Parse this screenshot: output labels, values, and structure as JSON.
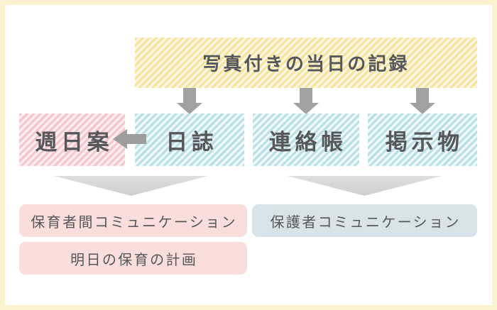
{
  "colors": {
    "page_border": "#fbf2cf",
    "panel_background": "#ffffff",
    "yellow_stripe": "#f7e49c",
    "pink_stripe": "#f5c6cb",
    "blue_stripe": "#badfe7",
    "solid_pink": "#f9dedb",
    "solid_blue": "#d8e3ea",
    "arrow_gray": "#a1a1a1",
    "triangle_gray": "#d6d6d6",
    "text": "#56575b"
  },
  "top_box": {
    "label": "写真付きの当日の記録"
  },
  "record_row": [
    {
      "label": "週日案"
    },
    {
      "label": "日誌"
    },
    {
      "label": "連絡帳"
    },
    {
      "label": "掲示物"
    }
  ],
  "outcome_row": [
    {
      "label": "保育者間コミュニケーション"
    },
    {
      "label": "保護者コミュニケーション"
    }
  ],
  "plan_box": {
    "label": "明日の保育の計画"
  }
}
